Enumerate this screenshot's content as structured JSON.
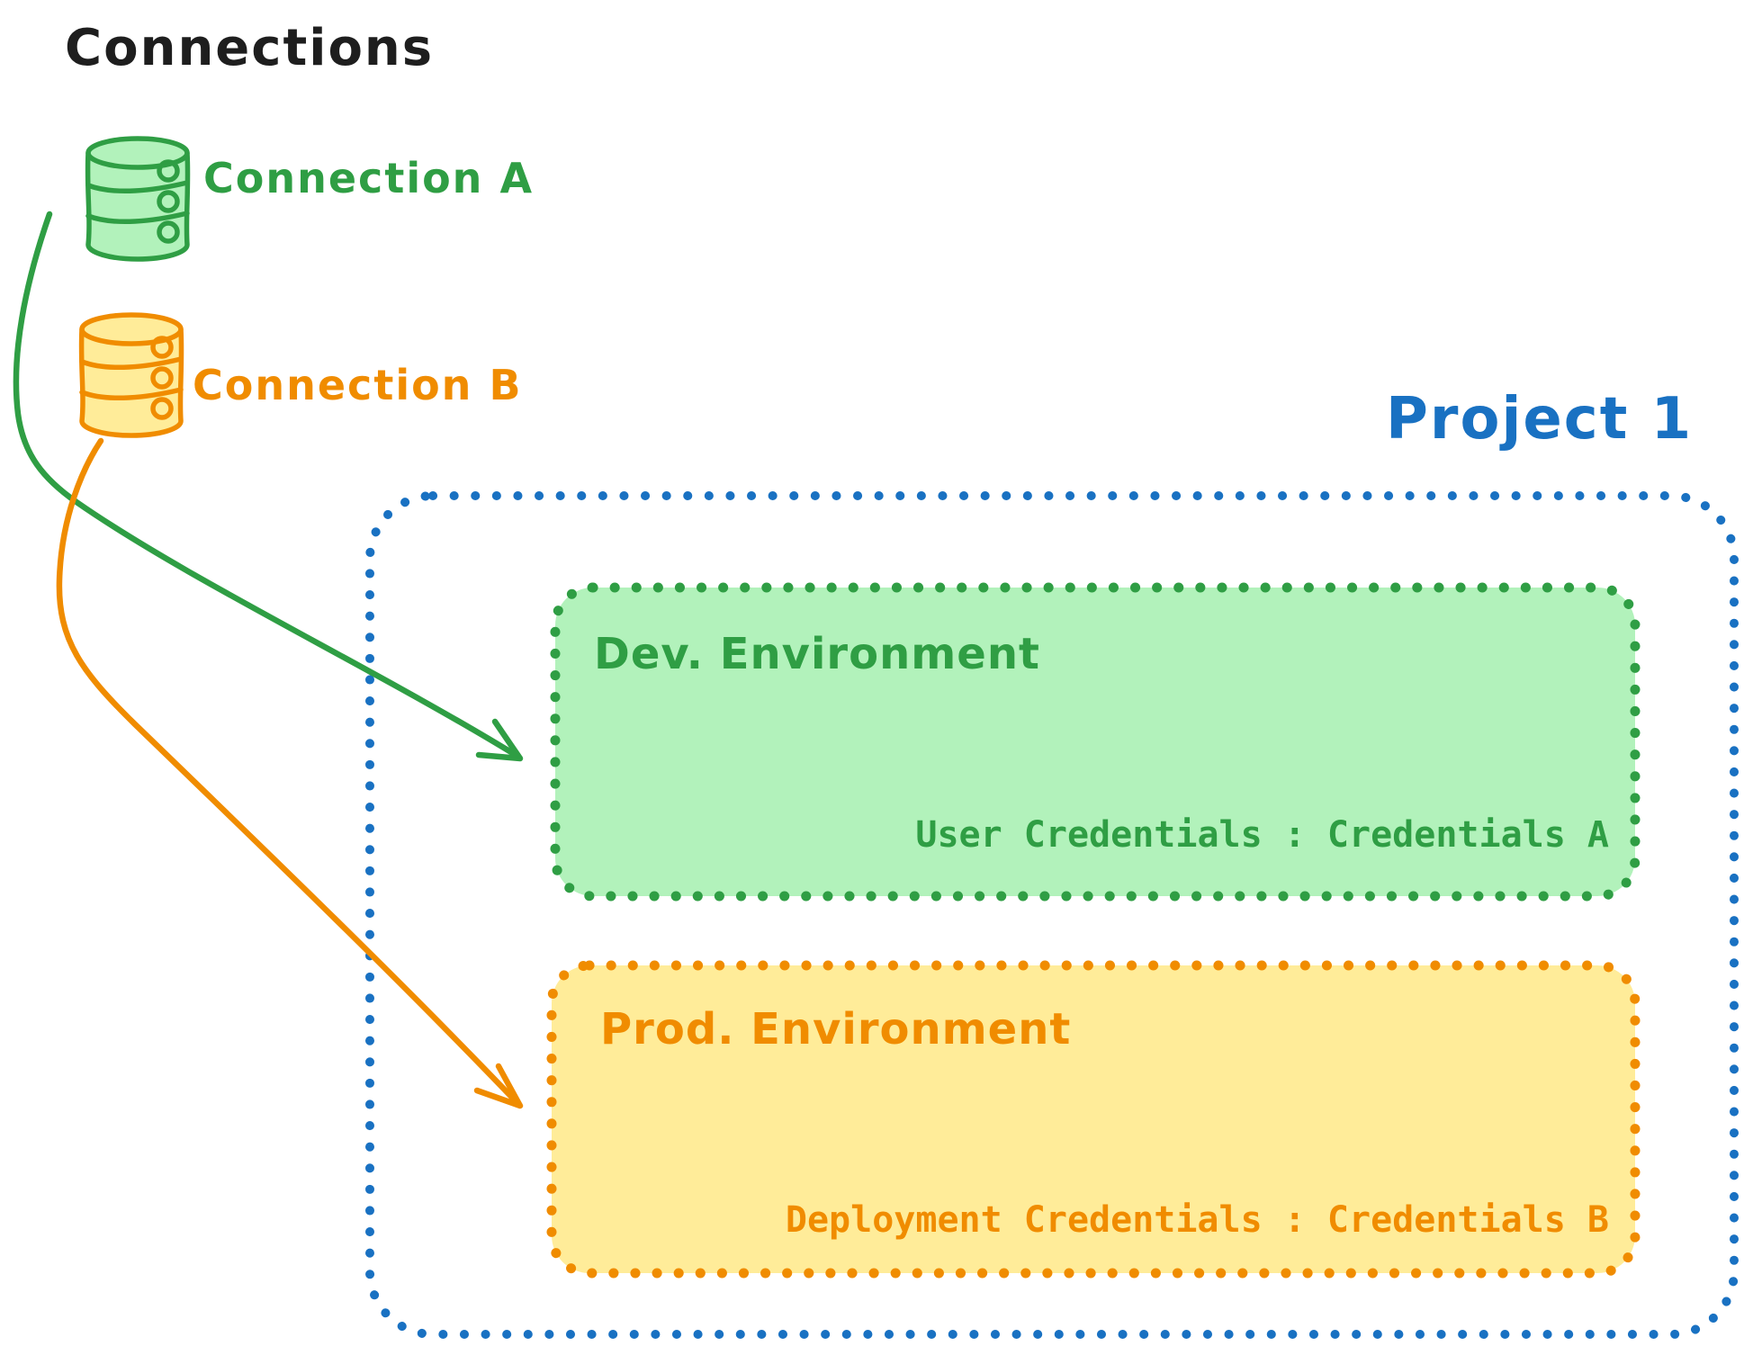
{
  "title": "Connections",
  "colors": {
    "black": "#1e1e1e",
    "green": "#2f9e44",
    "green_fill": "#b2f2bb",
    "orange": "#f08c00",
    "orange_fill": "#ffec99",
    "blue": "#1971c2"
  },
  "connections": {
    "a": {
      "label": "Connection A"
    },
    "b": {
      "label": "Connection B"
    }
  },
  "project": {
    "title": "Project 1",
    "dev": {
      "title": "Dev. Environment",
      "credentials": "User Credentials : Credentials A"
    },
    "prod": {
      "title": "Prod. Environment",
      "credentials": "Deployment Credentials : Credentials B"
    }
  }
}
